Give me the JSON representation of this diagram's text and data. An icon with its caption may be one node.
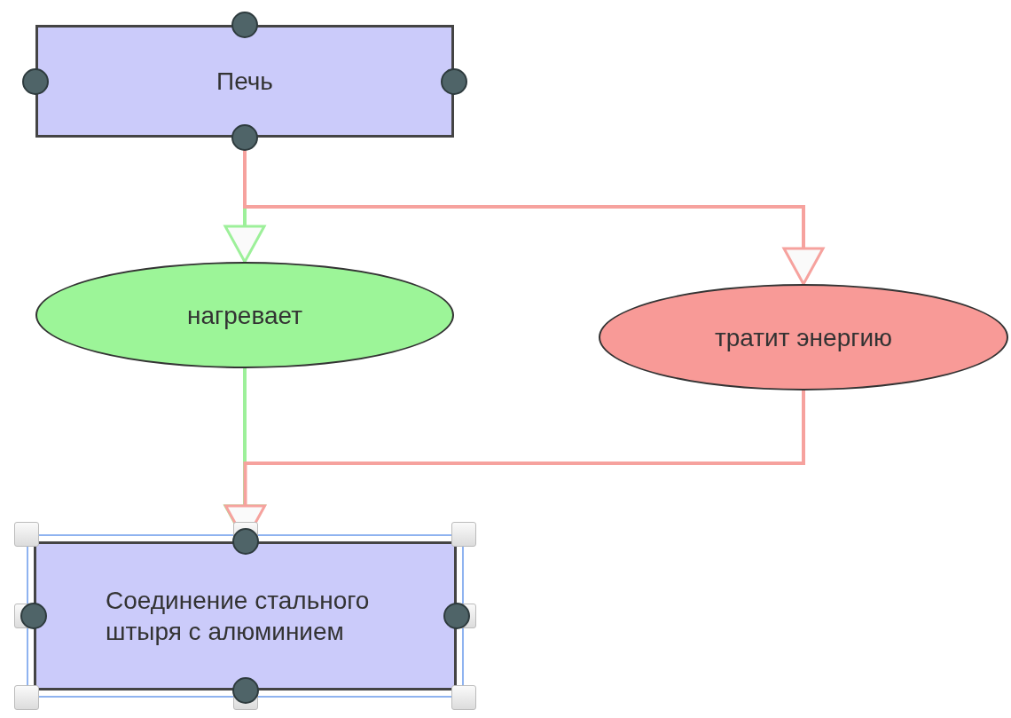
{
  "diagram": {
    "nodes": [
      {
        "text": [
          "Печь"
        ]
      },
      {
        "text": [
          "нагревает"
        ]
      },
      {
        "text": [
          "тратит энергию"
        ]
      },
      {
        "text": [
          "Соединение стального штыря с алюминием"
        ]
      }
    ],
    "edges": [
      {
        "from": 0,
        "to": 1,
        "arrow": "to",
        "color": "#9df09a"
      },
      {
        "from": 0,
        "to": 2,
        "arrow": "to",
        "color": "#f6a29e"
      },
      {
        "from": 1,
        "to": 3,
        "arrow": "to",
        "color": "#9df09a"
      },
      {
        "from": 2,
        "to": 3,
        "arrow": "to",
        "color": "#f6a29e"
      }
    ]
  }
}
